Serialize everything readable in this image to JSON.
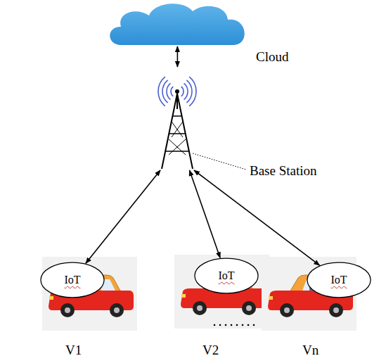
{
  "diagram": {
    "nodes": [
      {
        "text": [
          "Cloud"
        ]
      },
      {
        "text": [
          "Base Station"
        ]
      },
      {
        "text": [
          "IoT"
        ]
      },
      {
        "text": [
          "IoT"
        ]
      },
      {
        "text": [
          "IoT"
        ]
      }
    ],
    "edges": [
      {
        "from": 0,
        "to": 1,
        "arrow": "both"
      },
      {
        "from": 1,
        "to": 2,
        "arrow": "both"
      },
      {
        "from": 1,
        "to": 3,
        "arrow": "both"
      },
      {
        "from": 1,
        "to": 4,
        "arrow": "both"
      }
    ],
    "labels": [
      "V1",
      "V2",
      "Vn"
    ]
  }
}
